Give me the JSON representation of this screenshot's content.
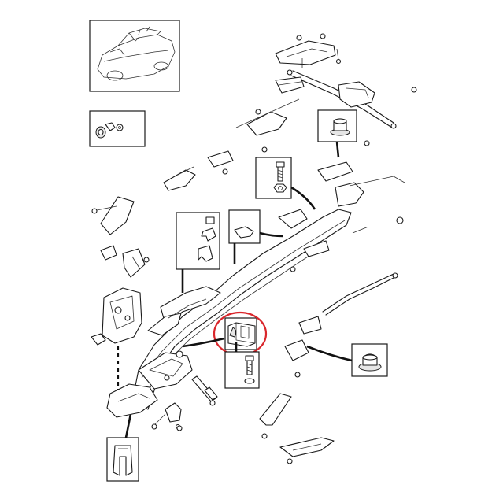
{
  "diagram": {
    "background": "#ffffff",
    "line_color": "#1a1a1a",
    "highlight_color": "#d9262b",
    "callouts": [
      "car-overview",
      "rubber-bushing-kit",
      "bolt-and-nut",
      "rubber-grommet",
      "clip-part",
      "bracket-set",
      "bumper-pad",
      "highlighted-rubber-pad",
      "bolt-and-washer",
      "retaining-clip"
    ],
    "highlighted_part": "highlighted-rubber-pad"
  }
}
